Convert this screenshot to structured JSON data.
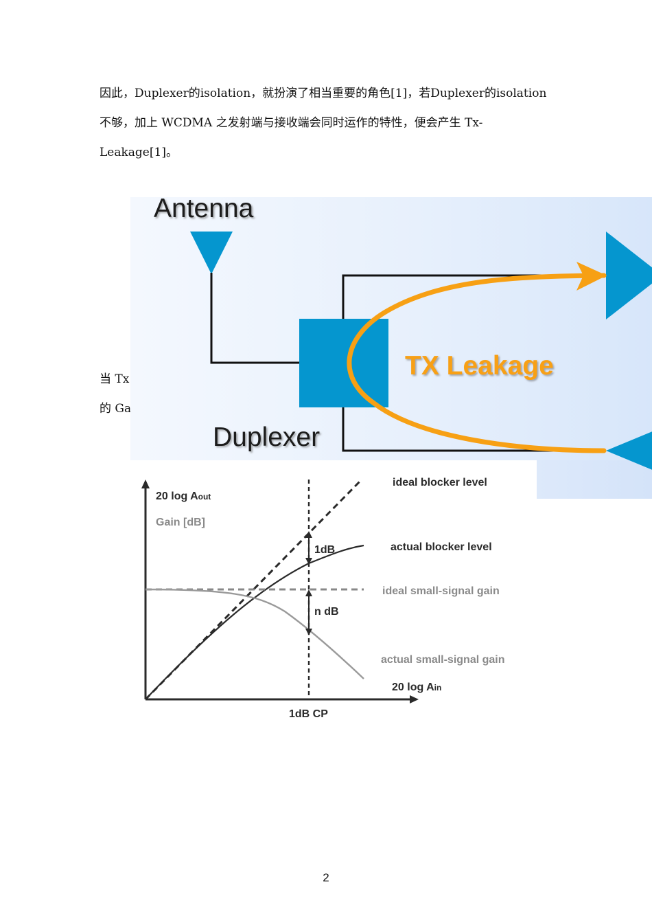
{
  "paragraph": {
    "line1": "因此，Duplexer的isolation，就扮演了相当重要的角色[1]，若Duplexer的isolation",
    "line2": "不够，加上 WCDMA 之发射端与接收端会同时运作的特性，便会产生 Tx-",
    "line3": "Leakage[1]。"
  },
  "hidden_text": {
    "line1": "当 Tx",
    "line2": "的 Ga"
  },
  "figure1": {
    "antenna_label": "Antenna",
    "duplexer_label": "Duplexer",
    "leakage_label": "TX Leakage",
    "colors": {
      "block": "#0596cf",
      "leakage": "#f7a014"
    }
  },
  "figure2": {
    "y_axis_label_main": "20 log A",
    "y_axis_label_sub": "out",
    "y_axis_label_gain": "Gain [dB]",
    "x_axis_label_main": "20 log A",
    "x_axis_label_sub": "in",
    "x_marker_label": "1dB CP",
    "ideal_blocker_label": "ideal blocker level",
    "actual_blocker_label": "actual blocker level",
    "ideal_gain_label": "ideal small-signal gain",
    "actual_gain_label": "actual small-signal gain",
    "delta_1db_label": "1dB",
    "delta_ndb_label": "n dB"
  },
  "page_number": "2"
}
